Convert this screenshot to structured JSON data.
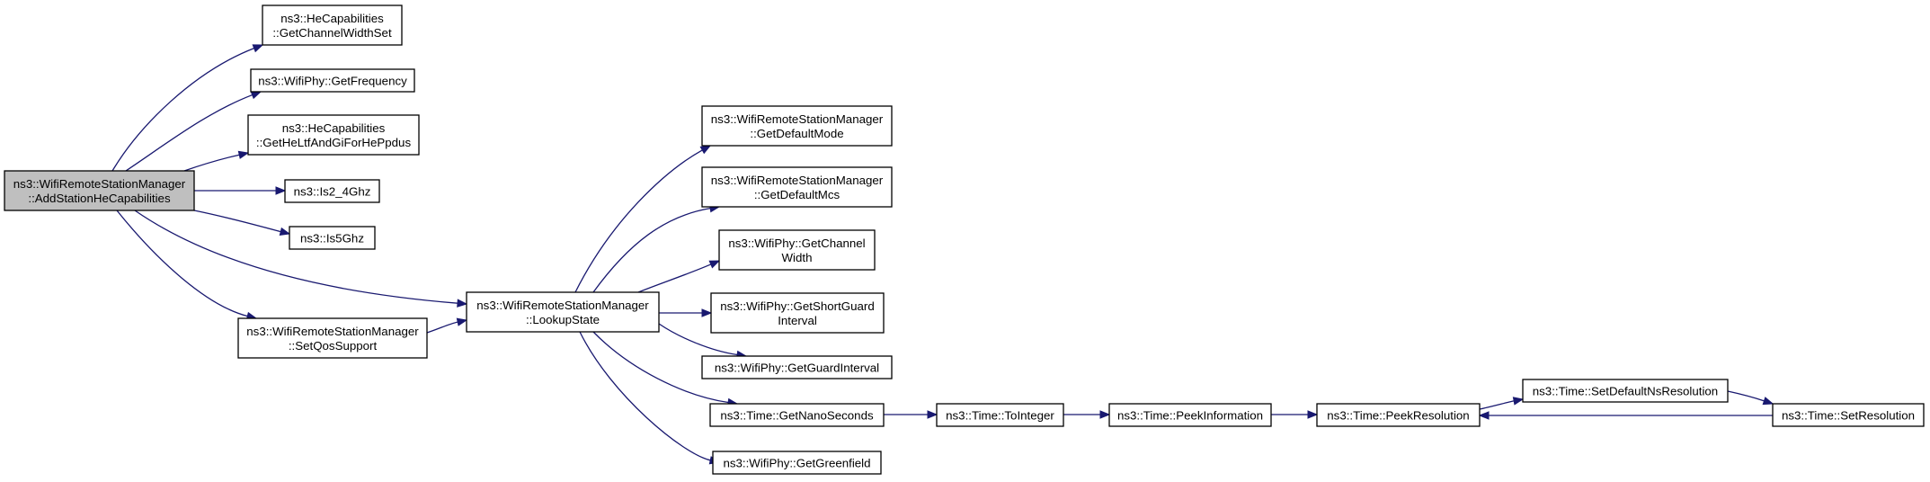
{
  "graph": {
    "nodes": [
      {
        "id": "root",
        "lines": [
          "ns3::WifiRemoteStationManager",
          "::AddStationHeCapabilities"
        ],
        "highlight": true
      },
      {
        "id": "he_cw",
        "lines": [
          "ns3::HeCapabilities",
          "::GetChannelWidthSet"
        ]
      },
      {
        "id": "phy_freq",
        "lines": [
          "ns3::WifiPhy::GetFrequency"
        ]
      },
      {
        "id": "he_ltf",
        "lines": [
          "ns3::HeCapabilities",
          "::GetHeLtfAndGiForHePpdus"
        ]
      },
      {
        "id": "is24",
        "lines": [
          "ns3::Is2_4Ghz"
        ]
      },
      {
        "id": "is5",
        "lines": [
          "ns3::Is5Ghz"
        ]
      },
      {
        "id": "setqos",
        "lines": [
          "ns3::WifiRemoteStationManager",
          "::SetQosSupport"
        ]
      },
      {
        "id": "lookup",
        "lines": [
          "ns3::WifiRemoteStationManager",
          "::LookupState"
        ]
      },
      {
        "id": "defmode",
        "lines": [
          "ns3::WifiRemoteStationManager",
          "::GetDefaultMode"
        ]
      },
      {
        "id": "defmcs",
        "lines": [
          "ns3::WifiRemoteStationManager",
          "::GetDefaultMcs"
        ]
      },
      {
        "id": "chwidth",
        "lines": [
          "ns3::WifiPhy::GetChannel",
          "Width"
        ]
      },
      {
        "id": "sgi",
        "lines": [
          "ns3::WifiPhy::GetShortGuard",
          "Interval"
        ]
      },
      {
        "id": "gi",
        "lines": [
          "ns3::WifiPhy::GetGuardInterval"
        ]
      },
      {
        "id": "nano",
        "lines": [
          "ns3::Time::GetNanoSeconds"
        ]
      },
      {
        "id": "greenfield",
        "lines": [
          "ns3::WifiPhy::GetGreenfield"
        ]
      },
      {
        "id": "toint",
        "lines": [
          "ns3::Time::ToInteger"
        ]
      },
      {
        "id": "peekinfo",
        "lines": [
          "ns3::Time::PeekInformation"
        ]
      },
      {
        "id": "peekres",
        "lines": [
          "ns3::Time::PeekResolution"
        ]
      },
      {
        "id": "setdefns",
        "lines": [
          "ns3::Time::SetDefaultNsResolution"
        ]
      },
      {
        "id": "setres",
        "lines": [
          "ns3::Time::SetResolution"
        ]
      }
    ],
    "edges": [
      {
        "from": "root",
        "to": "he_cw"
      },
      {
        "from": "root",
        "to": "phy_freq"
      },
      {
        "from": "root",
        "to": "he_ltf"
      },
      {
        "from": "root",
        "to": "is24"
      },
      {
        "from": "root",
        "to": "is5"
      },
      {
        "from": "root",
        "to": "lookup"
      },
      {
        "from": "root",
        "to": "setqos"
      },
      {
        "from": "setqos",
        "to": "lookup"
      },
      {
        "from": "lookup",
        "to": "defmode"
      },
      {
        "from": "lookup",
        "to": "defmcs"
      },
      {
        "from": "lookup",
        "to": "chwidth"
      },
      {
        "from": "lookup",
        "to": "sgi"
      },
      {
        "from": "lookup",
        "to": "gi"
      },
      {
        "from": "lookup",
        "to": "nano"
      },
      {
        "from": "lookup",
        "to": "greenfield"
      },
      {
        "from": "nano",
        "to": "toint"
      },
      {
        "from": "toint",
        "to": "peekinfo"
      },
      {
        "from": "peekinfo",
        "to": "peekres"
      },
      {
        "from": "peekres",
        "to": "setdefns"
      },
      {
        "from": "setdefns",
        "to": "setres"
      },
      {
        "from": "setres",
        "to": "peekres"
      }
    ]
  }
}
